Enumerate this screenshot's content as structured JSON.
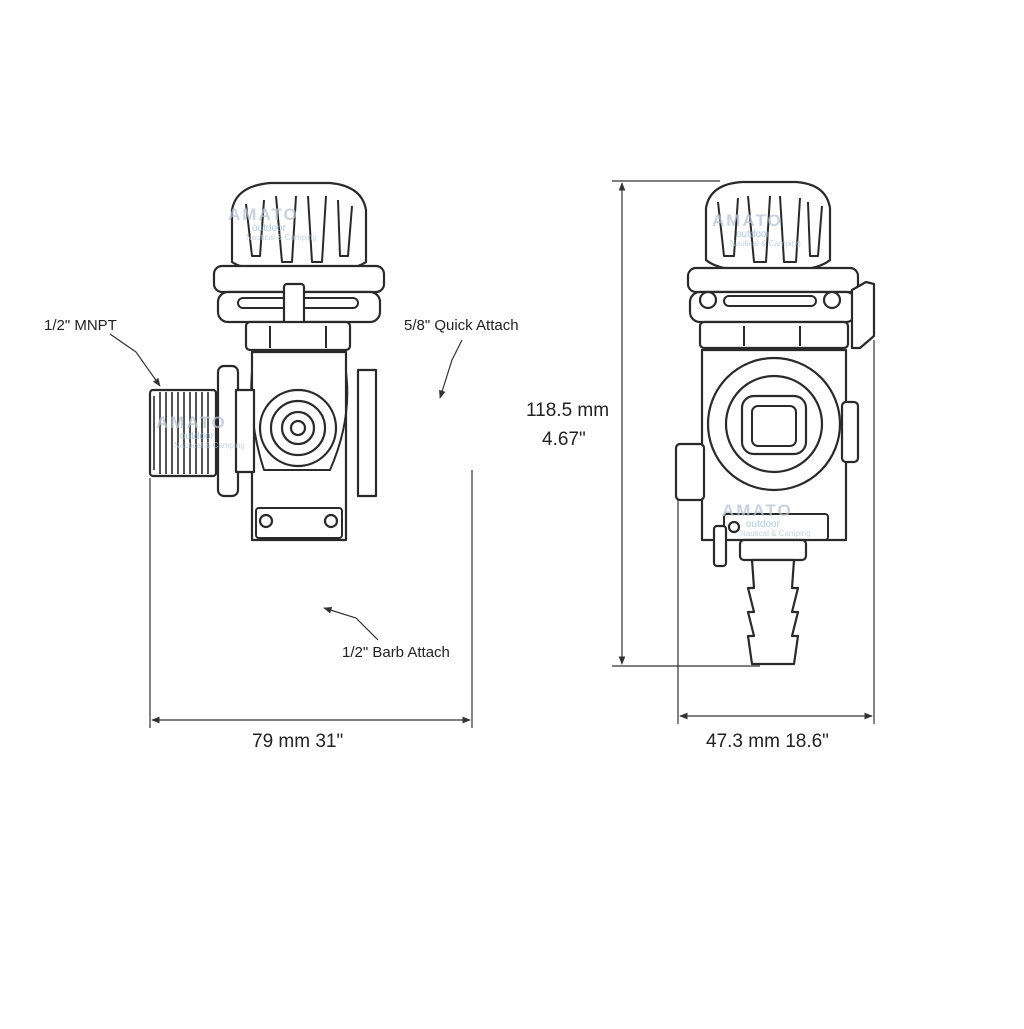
{
  "labels": {
    "mnpt": "1/2\" MNPT",
    "quick_attach": "5/8\" Quick Attach",
    "barb_attach": "1/2\" Barb Attach",
    "height_mm": "118.5 mm",
    "height_in": "4.67\"",
    "width_front": "79 mm  31\"",
    "width_side": "47.3 mm  18.6\""
  },
  "watermark": {
    "brand": "AMATO",
    "line1": "outdoor",
    "line2": "Nautical & Camping"
  },
  "colors": {
    "line": "#2a2a2a",
    "watermark": "#b9c4d6",
    "background": "#ffffff"
  }
}
